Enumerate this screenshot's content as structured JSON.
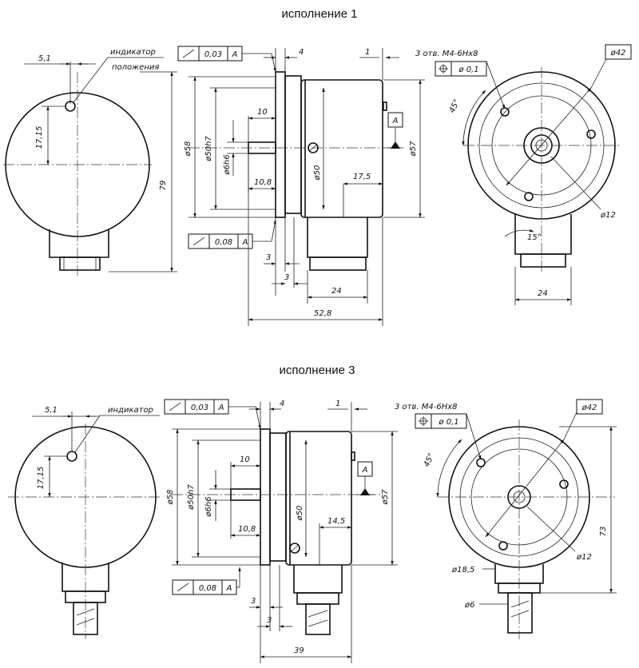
{
  "headings": {
    "version1": "исполнение 1",
    "version3": "исполнение 3"
  },
  "notes": {
    "indicator": "индикатор",
    "indicator_position": "положения"
  },
  "tolerance": {
    "runout_003": "0,03",
    "runout_008": "0,08",
    "datum": "A",
    "position": "ø 0,1",
    "thread_holes": "3 отв. М4-6Нх8"
  },
  "dims_v1": {
    "d5_1": "5,1",
    "d17_15": "17,15",
    "d79": "79",
    "d4": "4",
    "d1": "1",
    "d10": "10",
    "d10_8": "10,8",
    "d58": "ø58",
    "d50h7": "ø50h7",
    "d6h6": "ø6h6",
    "d50": "ø50",
    "d17_5": "17,5",
    "d57": "ø57",
    "d3a": "3",
    "d3b": "3",
    "d24": "24",
    "d52_8": "52,8",
    "d42": "ø42",
    "d45": "45°",
    "d12": "ø12",
    "d15": "15°",
    "d24r": "24"
  },
  "dims_v3": {
    "d5_1": "5,1",
    "d17_15": "17,15",
    "d4": "4",
    "d1": "1",
    "d10": "10",
    "d10_8": "10,8",
    "d58": "ø58",
    "d50h7": "ø50h7",
    "d6h6": "ø6h6",
    "d50": "ø50",
    "d14_5": "14,5",
    "d57": "ø57",
    "d3a": "3",
    "d3b": "3",
    "d39": "39",
    "d42": "ø42",
    "d45": "45°",
    "d12": "ø12",
    "d18_5": "ø18,5",
    "d6": "ø6",
    "d73": "73"
  }
}
